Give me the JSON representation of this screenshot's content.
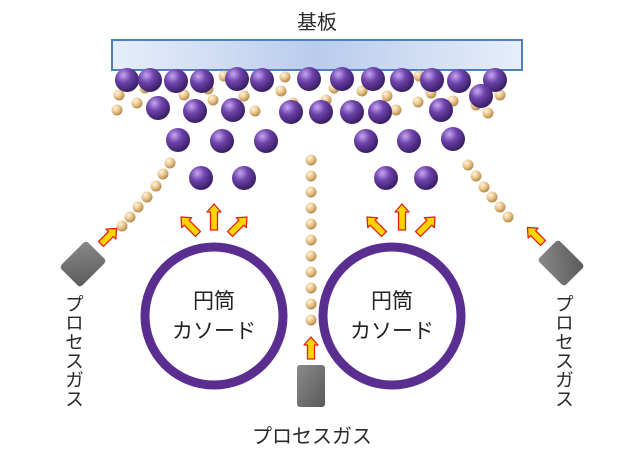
{
  "substrate_label": "基板",
  "cathode_left": {
    "line1": "円筒",
    "line2": "カソード"
  },
  "cathode_right": {
    "line1": "円筒",
    "line2": "カソード"
  },
  "gas_left_label": "プロセスガス",
  "gas_right_label": "プロセスガス",
  "gas_center_label": "プロセスガス",
  "colors": {
    "substrate_fill": "#c9daf3",
    "substrate_border": "#4f7fc0",
    "cathode_ring": "#5a2d91",
    "particle_large": "#6a3fa6",
    "particle_small": "#e6c08a",
    "arrow_fill": "#ffd400",
    "arrow_stroke": "#e02010",
    "gas_inlet": "#707070"
  },
  "icons": [
    "substrate",
    "cylindrical-cathode",
    "gas-inlet",
    "sputtered-particle",
    "gas-particle",
    "ejection-arrow"
  ]
}
